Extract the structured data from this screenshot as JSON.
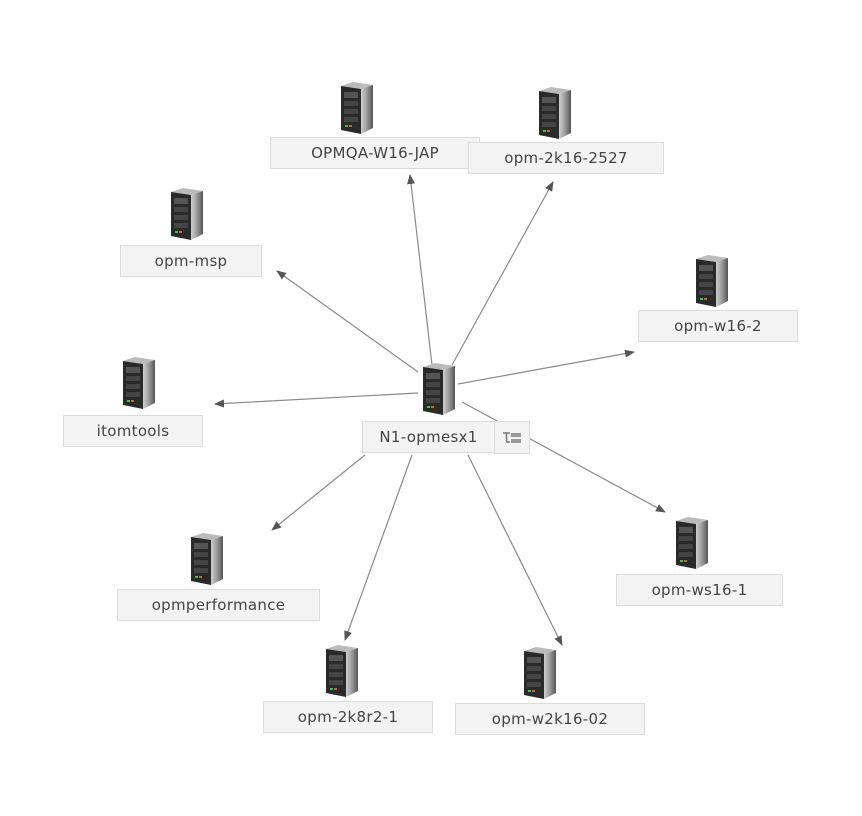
{
  "center": {
    "label": "N1-opmesx1",
    "icon": "server-icon",
    "expand_icon": "tree-expand-icon"
  },
  "nodes": [
    {
      "id": "opmqa",
      "label": "OPMQA-W16-JAP",
      "icon": "server-icon"
    },
    {
      "id": "opm2k16",
      "label": "opm-2k16-2527",
      "icon": "server-icon"
    },
    {
      "id": "msp",
      "label": "opm-msp",
      "icon": "server-icon"
    },
    {
      "id": "w162",
      "label": "opm-w16-2",
      "icon": "server-icon"
    },
    {
      "id": "itomtools",
      "label": "itomtools",
      "icon": "server-icon"
    },
    {
      "id": "perf",
      "label": "opmperformance",
      "icon": "server-icon"
    },
    {
      "id": "ws161",
      "label": "opm-ws16-1",
      "icon": "server-icon"
    },
    {
      "id": "k8r2",
      "label": "opm-2k8r2-1",
      "icon": "server-icon"
    },
    {
      "id": "w2k16",
      "label": "opm-w2k16-02",
      "icon": "server-icon"
    }
  ],
  "colors": {
    "edge": "#555555",
    "label_bg": "#f3f3f3",
    "label_border": "#dcdcdc",
    "text": "#444444"
  }
}
